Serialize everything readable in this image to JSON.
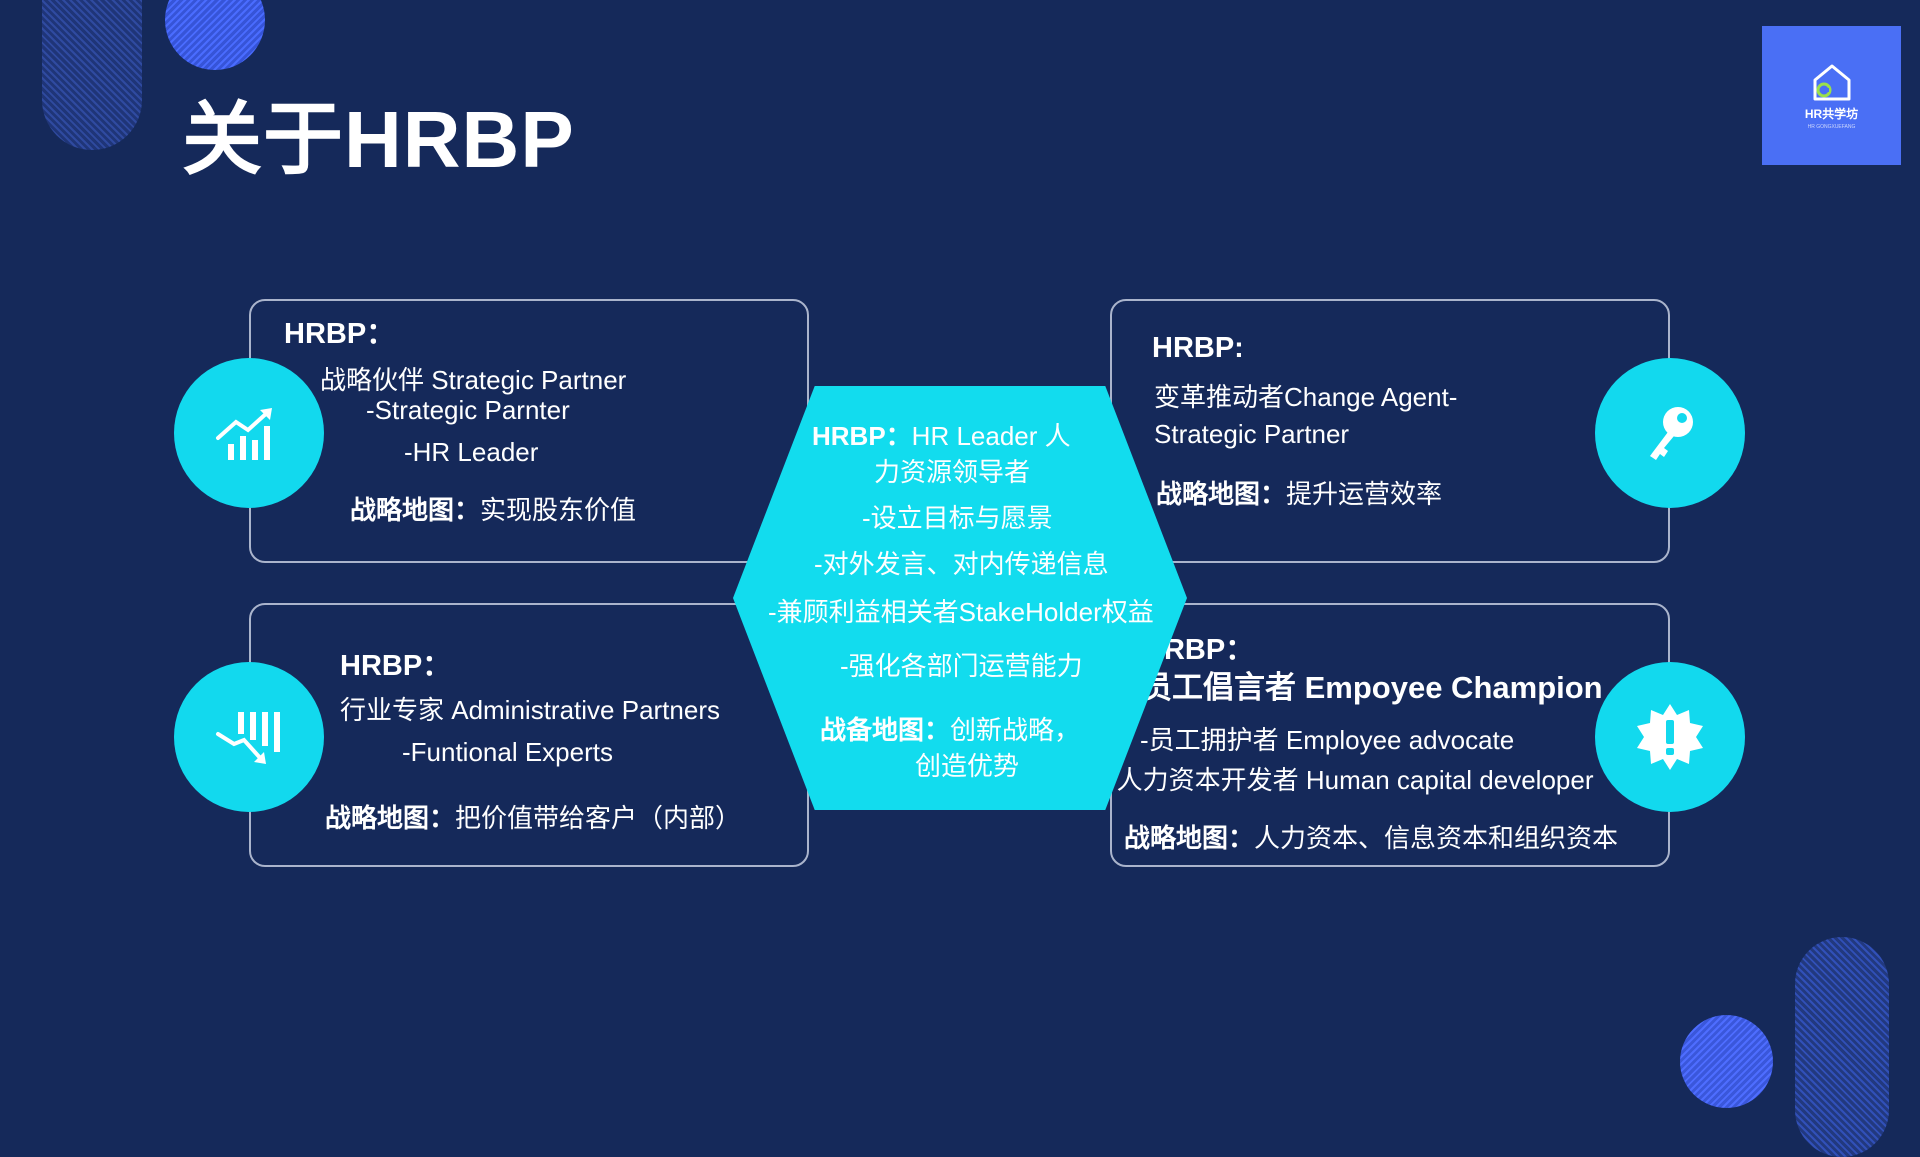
{
  "title": "关于HRBP",
  "logo": {
    "text": "HR共学坊",
    "sub": "HR GONGXUEFANG"
  },
  "card_tl": {
    "heading": "HRBP：",
    "line1": "战略伙伴 Strategic Partner",
    "line2": "-Strategic Parnter",
    "line3": "-HR Leader",
    "map_label": "战略地图：",
    "map_value": "实现股东价值"
  },
  "card_tr": {
    "heading": "HRBP:",
    "line1": "变革推动者Change Agent-",
    "line2": "Strategic Partner",
    "map_label": "战略地图：",
    "map_value": "提升运营效率"
  },
  "card_bl": {
    "heading": "HRBP：",
    "line1": "行业专家 Administrative Partners",
    "line2": "-Funtional Experts",
    "map_label": "战略地图：",
    "map_value": "把价值带给客户（内部）"
  },
  "card_br": {
    "heading": "HRBP：",
    "line1": "员工倡言者 Empoyee Champion",
    "line2": "-员工拥护者 Employee advocate",
    "line3": "-人力资本开发者 Human capital developer",
    "map_label": "战略地图：",
    "map_value": "人力资本、信息资本和组织资本"
  },
  "center": {
    "heading_label": "HRBP：",
    "heading_value": "HR Leader 人",
    "heading_line2": "力资源领导者",
    "item1": "-设立目标与愿景",
    "item2": "-对外发言、对内传递信息",
    "item3": "-兼顾利益相关者StakeHolder权益",
    "item4": "-强化各部门运营能力",
    "map_label": "战备地图：",
    "map_value": "创新战略，",
    "map_line2": "创造优势"
  },
  "icons": {
    "top_left": "growth-chart-icon",
    "top_right": "key-icon",
    "bottom_left": "declining-chart-icon",
    "bottom_right": "alert-badge-icon"
  },
  "colors": {
    "background": "#15295a",
    "accent": "#12dcee",
    "logo": "#4a6ff5",
    "border": "#aab4cc"
  }
}
